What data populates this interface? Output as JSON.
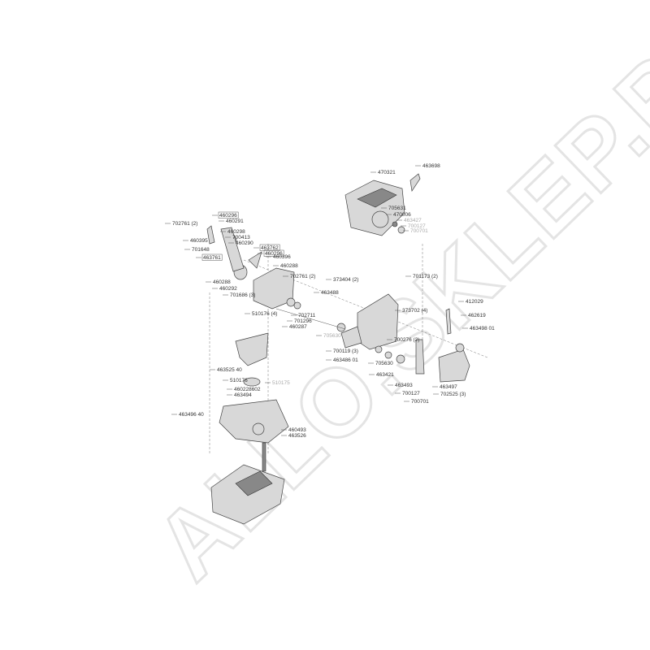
{
  "watermark": "ALLO.SKLEP.PL",
  "parts": [
    {
      "label": "463698"
    },
    {
      "label": "470321"
    },
    {
      "label": "705631"
    },
    {
      "label": "470006"
    },
    {
      "label": "463427",
      "faint": true
    },
    {
      "label": "700127",
      "faint": true
    },
    {
      "label": "700701",
      "faint": true
    },
    {
      "label": "702761 (2)"
    },
    {
      "label": "460296",
      "boxed": true
    },
    {
      "label": "460291"
    },
    {
      "label": "460298"
    },
    {
      "label": "700413"
    },
    {
      "label": "460290"
    },
    {
      "label": "463762",
      "boxed": true
    },
    {
      "label": "460296",
      "boxed": true
    },
    {
      "label": "463761",
      "boxed": true
    },
    {
      "label": "460396"
    },
    {
      "label": "460288"
    },
    {
      "label": "460395"
    },
    {
      "label": "701648"
    },
    {
      "label": "460288"
    },
    {
      "label": "460292"
    },
    {
      "label": "701686 (3)"
    },
    {
      "label": "702761 (2)"
    },
    {
      "label": "373404 (2)"
    },
    {
      "label": "701173 (2)"
    },
    {
      "label": "463488"
    },
    {
      "label": "702711"
    },
    {
      "label": "701296"
    },
    {
      "label": "460287"
    },
    {
      "label": "705630",
      "faint": true
    },
    {
      "label": "373702 (4)"
    },
    {
      "label": "700276 (2)"
    },
    {
      "label": "700119 (3)"
    },
    {
      "label": "463486 01"
    },
    {
      "label": "705630"
    },
    {
      "label": "463421"
    },
    {
      "label": "463493"
    },
    {
      "label": "700127"
    },
    {
      "label": "700701"
    },
    {
      "label": "412029"
    },
    {
      "label": "462619"
    },
    {
      "label": "463498 01"
    },
    {
      "label": "463497"
    },
    {
      "label": "702525 (3)"
    },
    {
      "label": "510176 (4)"
    },
    {
      "label": "463525 40"
    },
    {
      "label": "510176"
    },
    {
      "label": "510175",
      "faint": true
    },
    {
      "label": "460228602"
    },
    {
      "label": "463494"
    },
    {
      "label": "463496 40"
    },
    {
      "label": "460493"
    },
    {
      "label": "463526"
    }
  ]
}
